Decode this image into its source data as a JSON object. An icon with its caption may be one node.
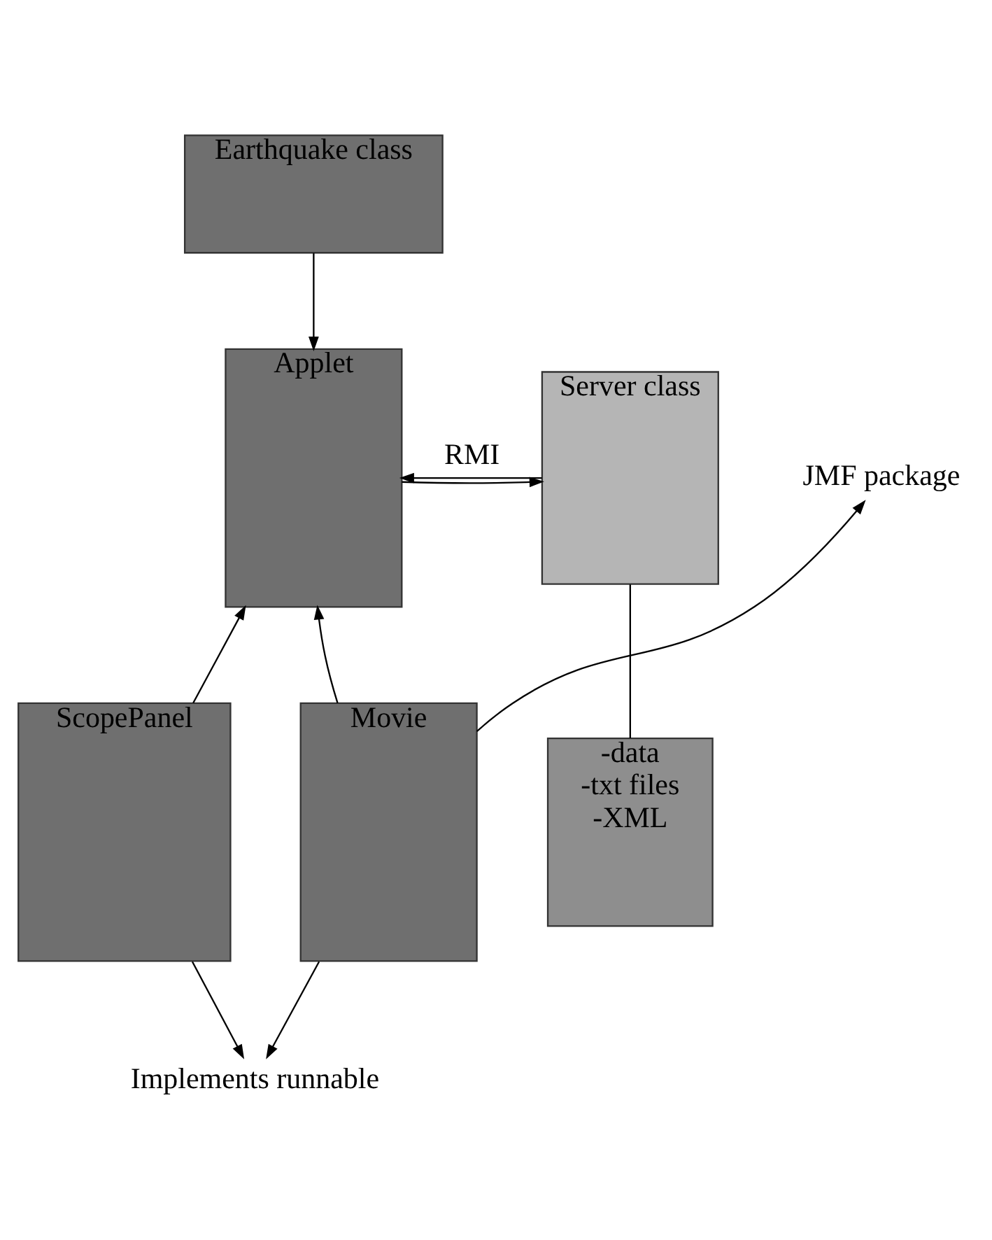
{
  "diagram": {
    "nodes": [
      {
        "text": [
          "Earthquake class"
        ]
      },
      {
        "text": [
          "Server class"
        ]
      },
      {
        "text": [
          "Applet"
        ]
      },
      {
        "text": [
          "JMF package"
        ]
      },
      {
        "text": [
          "-data",
          "-txt files",
          "-XML"
        ]
      },
      {
        "text": [
          "ScopePanel"
        ]
      },
      {
        "text": [
          "Movie"
        ]
      },
      {
        "text": [
          "Implements runnable"
        ]
      }
    ],
    "edges": [
      {
        "from": 0,
        "to": 2,
        "arrow": "to"
      },
      {
        "from": 1,
        "to": 2,
        "arrow": "to",
        "label": "RMI"
      },
      {
        "from": 2,
        "to": 1,
        "arrow": "to"
      },
      {
        "from": 1,
        "to": 4,
        "arrow": "none"
      },
      {
        "from": 5,
        "to": 2,
        "arrow": "to"
      },
      {
        "from": 6,
        "to": 2,
        "arrow": "to"
      },
      {
        "from": 6,
        "to": 3,
        "arrow": "to"
      },
      {
        "from": 5,
        "to": 7,
        "arrow": "to"
      },
      {
        "from": 6,
        "to": 7,
        "arrow": "to"
      }
    ]
  }
}
